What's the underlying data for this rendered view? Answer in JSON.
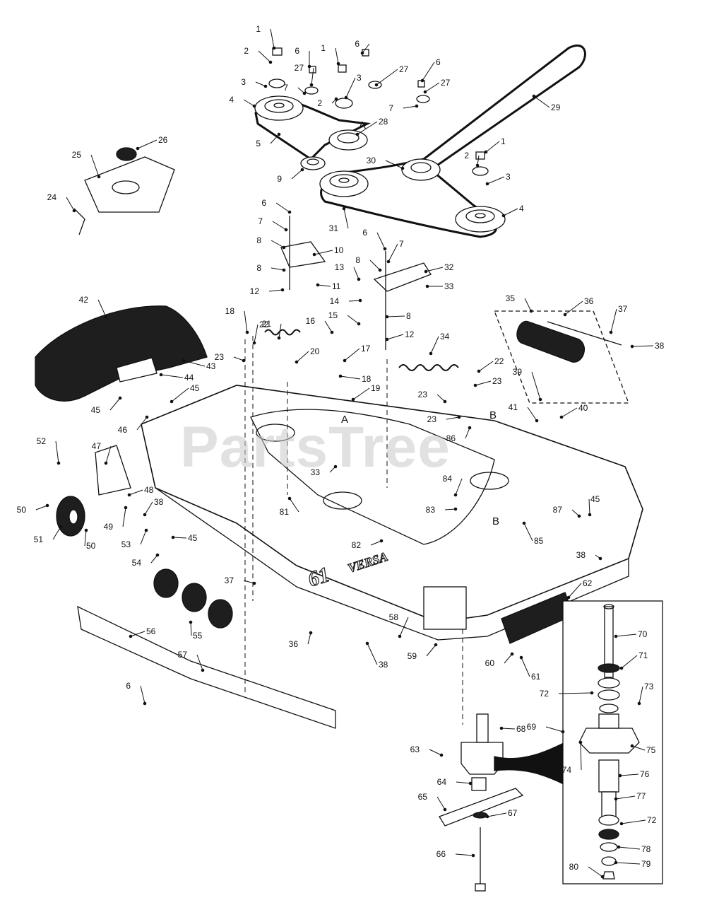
{
  "watermark": "PartsTree",
  "deck_marking": "61",
  "deck_badge": "VERSA",
  "detail_letters": [
    "A",
    "A",
    "B",
    "B"
  ],
  "callouts": [
    "1",
    "2",
    "3",
    "4",
    "5",
    "6",
    "7",
    "8",
    "9",
    "10",
    "11",
    "12",
    "13",
    "14",
    "15",
    "16",
    "17",
    "18",
    "19",
    "20",
    "21",
    "22",
    "23",
    "24",
    "25",
    "26",
    "27",
    "28",
    "29",
    "30",
    "31",
    "32",
    "33",
    "34",
    "35",
    "36",
    "37",
    "38",
    "39",
    "40",
    "41",
    "42",
    "43",
    "44",
    "45",
    "46",
    "47",
    "48",
    "49",
    "50",
    "51",
    "52",
    "53",
    "54",
    "55",
    "56",
    "57",
    "58",
    "59",
    "60",
    "61",
    "62",
    "63",
    "64",
    "65",
    "66",
    "67",
    "68",
    "69",
    "70",
    "71",
    "72",
    "73",
    "74",
    "75",
    "76",
    "77",
    "78",
    "79",
    "80",
    "81",
    "82",
    "83",
    "84",
    "85",
    "86",
    "87"
  ],
  "colors": {
    "line": "#111111",
    "fill_dark": "#1e1e1e",
    "watermark": "#c9c9c9"
  }
}
